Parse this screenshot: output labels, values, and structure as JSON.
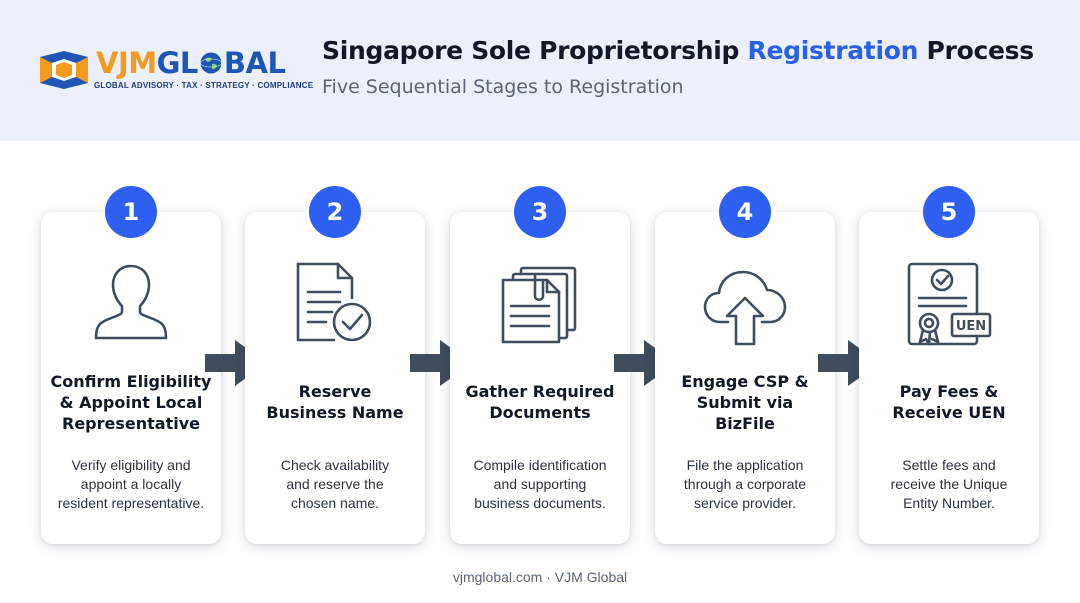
{
  "logo": {
    "name_part1": "VJM",
    "name_part2": "GL",
    "name_part3": "BAL",
    "tagline": "GLOBAL ADVISORY · TAX · STRATEGY · COMPLIANCE"
  },
  "header": {
    "title_pre": "Singapore Sole Proprietorship ",
    "title_highlight": "Registration",
    "title_post": " Process",
    "subtitle": "Five Sequential Stages to Registration",
    "highlight_color": "#2a5fe8",
    "background": "#ebf0fb"
  },
  "steps": [
    {
      "number": "1",
      "icon": "person-icon",
      "title_lines": [
        "Confirm Eligibility",
        "& Appoint Local",
        "Representative"
      ],
      "desc_lines": [
        "Verify eligibility and",
        "appoint a locally",
        "resident representative."
      ]
    },
    {
      "number": "2",
      "icon": "document-check-icon",
      "title_lines": [
        "Reserve",
        "Business Name"
      ],
      "desc_lines": [
        "Check availability",
        "and reserve the",
        "chosen name."
      ]
    },
    {
      "number": "3",
      "icon": "stacked-documents-icon",
      "title_lines": [
        "Gather Required",
        "Documents"
      ],
      "desc_lines": [
        "Compile identification",
        "and supporting",
        "business documents."
      ]
    },
    {
      "number": "4",
      "icon": "cloud-upload-icon",
      "title_lines": [
        "Engage CSP &",
        "Submit via",
        "BizFile"
      ],
      "desc_lines": [
        "File the application",
        "through a corporate",
        "service provider."
      ]
    },
    {
      "number": "5",
      "icon": "certificate-uen-icon",
      "icon_text": "UEN",
      "title_lines": [
        "Pay Fees &",
        "Receive UEN"
      ],
      "desc_lines": [
        "Settle fees and",
        "receive the Unique",
        "Entity Number."
      ]
    }
  ],
  "colors": {
    "badge": "#2f5ff0",
    "arrow": "#3f4d5e",
    "icon_stroke": "#3f4d5e",
    "logo_orange": "#f39a1f",
    "logo_blue": "#1f56b6"
  },
  "footer": "vjmglobal.com · VJM Global"
}
